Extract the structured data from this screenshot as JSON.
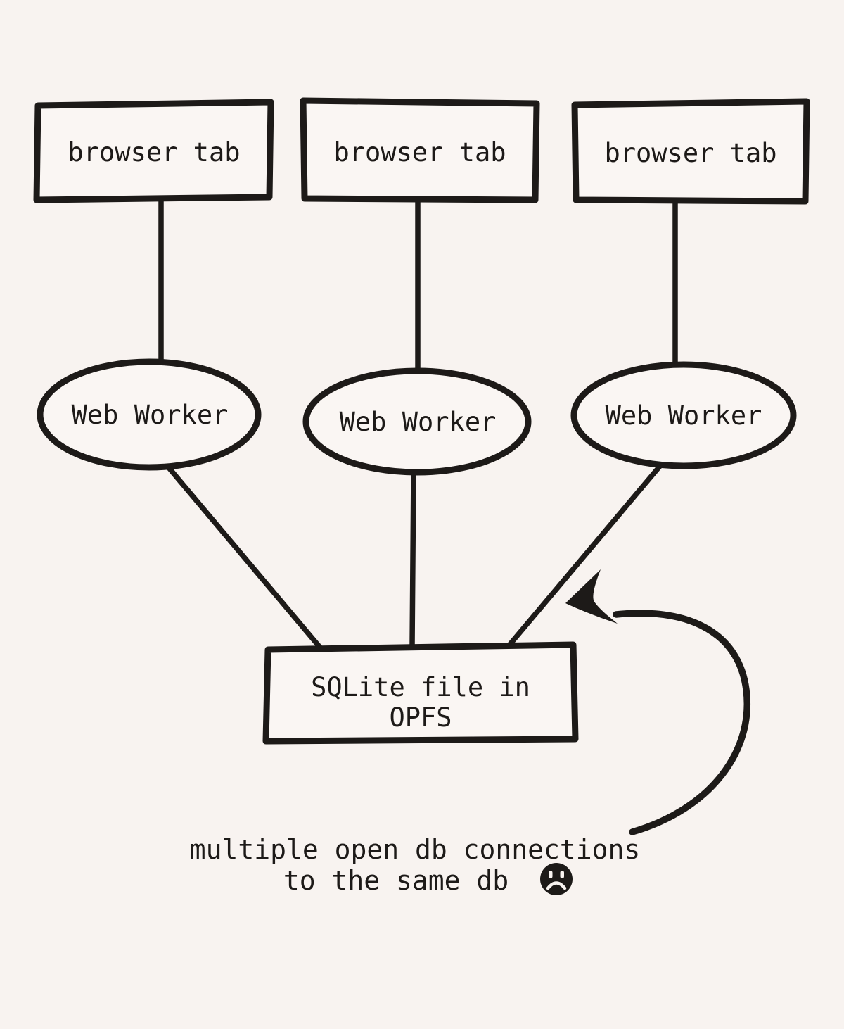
{
  "colors": {
    "background": "#f8f3f0",
    "ink": "#1d1a18",
    "node_fill": "#faf6f3"
  },
  "nodes": {
    "browser_tabs": [
      {
        "label": "browser tab"
      },
      {
        "label": "browser tab"
      },
      {
        "label": "browser tab"
      }
    ],
    "web_workers": [
      {
        "label": "Web Worker"
      },
      {
        "label": "Web Worker"
      },
      {
        "label": "Web Worker"
      }
    ],
    "sqlite_file": {
      "line1": "SQLite file in",
      "line2": "OPFS"
    }
  },
  "caption": {
    "line1": "multiple open db connections",
    "line2": "to the same db",
    "emoji": "frowning-face"
  }
}
